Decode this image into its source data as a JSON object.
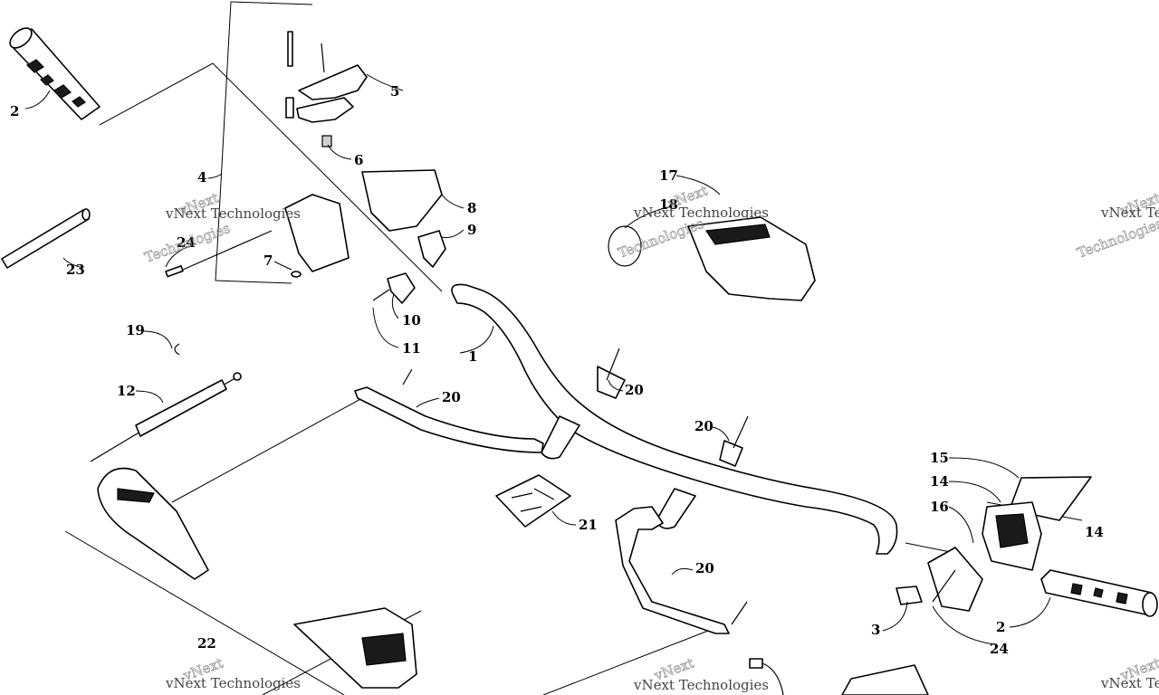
{
  "diagram": {
    "callouts": [
      {
        "id": "c1",
        "text": "1"
      },
      {
        "id": "c2a",
        "text": "2"
      },
      {
        "id": "c2b",
        "text": "2"
      },
      {
        "id": "c3",
        "text": "3"
      },
      {
        "id": "c4",
        "text": "4"
      },
      {
        "id": "c5",
        "text": "5"
      },
      {
        "id": "c6",
        "text": "6"
      },
      {
        "id": "c7",
        "text": "7"
      },
      {
        "id": "c8",
        "text": "8"
      },
      {
        "id": "c9",
        "text": "9"
      },
      {
        "id": "c10",
        "text": "10"
      },
      {
        "id": "c11",
        "text": "11"
      },
      {
        "id": "c12",
        "text": "12"
      },
      {
        "id": "c14a",
        "text": "14"
      },
      {
        "id": "c14b",
        "text": "14"
      },
      {
        "id": "c15",
        "text": "15"
      },
      {
        "id": "c16",
        "text": "16"
      },
      {
        "id": "c17",
        "text": "17"
      },
      {
        "id": "c18",
        "text": "18"
      },
      {
        "id": "c19",
        "text": "19"
      },
      {
        "id": "c20a",
        "text": "20"
      },
      {
        "id": "c20b",
        "text": "20"
      },
      {
        "id": "c20c",
        "text": "20"
      },
      {
        "id": "c20d",
        "text": "20"
      },
      {
        "id": "c21",
        "text": "21"
      },
      {
        "id": "c22",
        "text": "22"
      },
      {
        "id": "c23",
        "text": "23"
      },
      {
        "id": "c24a",
        "text": "24"
      },
      {
        "id": "c24b",
        "text": "24"
      }
    ],
    "watermark": {
      "line1": "vNext",
      "line2": "vNext Technologies",
      "line3": "Technologies"
    }
  }
}
